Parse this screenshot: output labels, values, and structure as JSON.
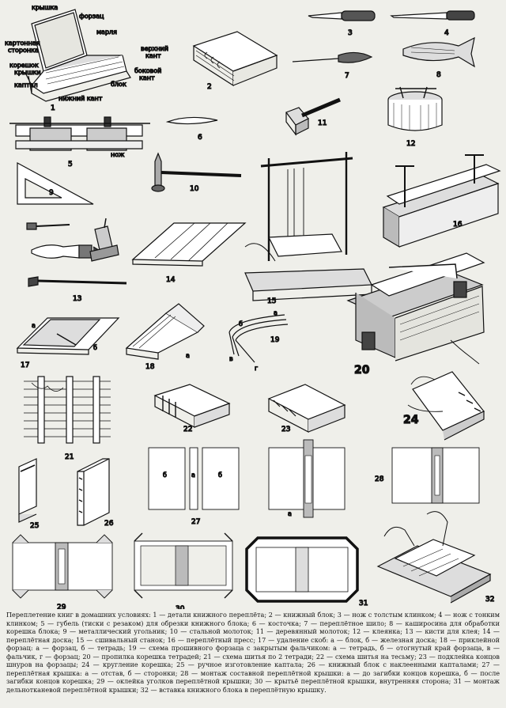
{
  "labels": {
    "l_kryshka": "крышка",
    "l_forzac": "форзац",
    "l_marlya": "марля",
    "l_kart": "картонная",
    "l_storonka": "сторонка",
    "l_koreshok1": "корешок",
    "l_kryshki": "крышки",
    "l_kaptal": "каптал",
    "l_nizhniy": "нижний кант",
    "l_blok": "блок",
    "l_verkh1": "верхний",
    "l_kant1": "кант",
    "l_bok1": "боковой",
    "l_kant2": "кант",
    "l_nozh": "нож",
    "l_a17": "а",
    "l_b17": "б",
    "l_a18": "а",
    "l_b19": "б",
    "l_v19": "в",
    "l_g19": "г",
    "l_a19": "а",
    "l_b27a": "б",
    "l_a27": "а",
    "l_b27b": "б",
    "l_a28": "а"
  },
  "figures": {
    "n1": "1",
    "n2": "2",
    "n3": "3",
    "n4": "4",
    "n5": "5",
    "n6": "6",
    "n7": "7",
    "n8": "8",
    "n9": "9",
    "n10": "10",
    "n11": "11",
    "n12": "12",
    "n13": "13",
    "n14": "14",
    "n15": "15",
    "n16": "16",
    "n17": "17",
    "n18": "18",
    "n19": "19",
    "n20": "20",
    "n21": "21",
    "n22": "22",
    "n23": "23",
    "n24": "24",
    "n25": "25",
    "n26": "26",
    "n27": "27",
    "n28": "28",
    "n29": "29",
    "n30": "30",
    "n31": "31",
    "n32": "32"
  },
  "caption": "Переплетение книг в домашних условиях: 1 — детали книжного переплёта; 2 — книжный блок; 3 — нож с толстым клинком; 4 — нож с тонким клинком; 5 — губель (тиски с резаком) для обрезки книжного блока; 6 — косточка; 7 — переплётное шило; 8 — каширосина для обработки корешка блока; 9 — металлический угольник; 10 — стальной молоток; 11 — деревянный молоток; 12 — клеянка; 13 — кисти для клея; 14 — переплётная доска; 15 — сшивальный станок; 16 — переплётный пресс; 17 — удаление скоб: а — блок, б — железная доска; 18 — приклейной форзац: а — форзац, б — тетрадь; 19 — схема прошивного форзаца с закрытым фальчиком: а — тетрадь, б — отогнутый край форзаца, в — фальчик, г — форзац; 20 — пропилка корешка тетрадей; 21 — схема шитья по 2 тетради; 22 — схема шитья на тесьму; 23 — подклейка концов шнуров на форзацы; 24 — кругление корешка; 25 — ручное изготовление каптала; 26 — книжный блок с наклеенными капталами; 27 — переплётная крышка: а — отстав, б — сторонки; 28 — монтаж составной переплётной крышки: а — до загибки концов корешка, б — после загибки концов корешка; 29 — оклейка уголков переплётной крышки; 30 — крытьё переплётной крышки, внутренняя сторона; 31 — монтаж дельнотканевой переплётной крышки; 32 — вставка книжного блока в переплётную крышку."
}
